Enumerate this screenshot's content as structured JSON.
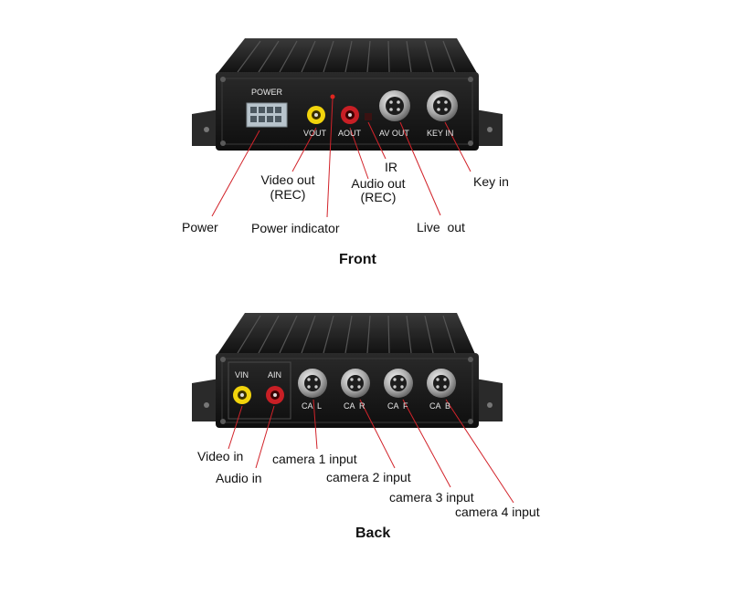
{
  "front": {
    "title": "Front",
    "panel": {
      "power": "POWER",
      "vout": "VOUT",
      "aout": "AOUT",
      "av_out": "AV OUT",
      "key_in": "KEY IN"
    },
    "callouts": {
      "power": "Power",
      "video_out": "Video out",
      "video_out_sub": "(REC)",
      "power_indicator": "Power indicator",
      "ir": "IR",
      "audio_out": "Audio out",
      "audio_out_sub": "(REC)",
      "live_out": "Live  out",
      "key_in": "Key in"
    }
  },
  "back": {
    "title": "Back",
    "panel": {
      "vin": "VIN",
      "ain": "AIN",
      "ca_l": "CA  L",
      "ca_r": "CA  R",
      "ca_f": "CA  F",
      "ca_b": "CA  B"
    },
    "callouts": {
      "video_in": "Video in",
      "audio_in": "Audio in",
      "camera1": "camera 1 input",
      "camera2": "camera 2 input",
      "camera3": "camera 3 input",
      "camera4": "camera 4 input"
    }
  },
  "colors": {
    "callout_line": "#d2232a",
    "body": "#1b1b1b",
    "rca_yellow": "#f2d40c",
    "rca_red": "#c81f25",
    "led": "#e0261f"
  }
}
